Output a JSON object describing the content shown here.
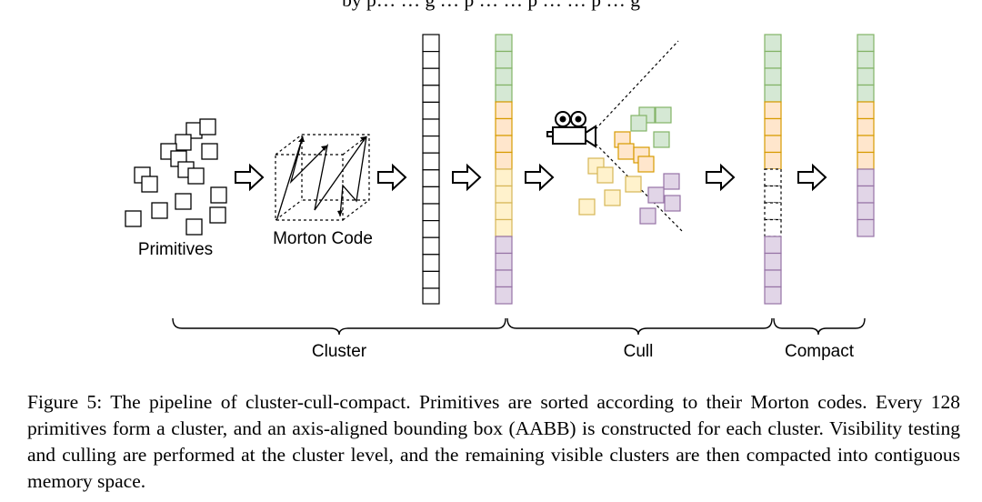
{
  "top_text": "by p… … g … p … … p … … p … g",
  "labels": {
    "primitives": "Primitives",
    "morton": "Morton Code",
    "cluster": "Cluster",
    "cull": "Cull",
    "compact": "Compact"
  },
  "colors": {
    "green_fill": "#d5e8d4",
    "green_stroke": "#82b366",
    "orange_fill": "#ffe6cc",
    "orange_stroke": "#d79b00",
    "yellow_fill": "#fff2cc",
    "yellow_stroke": "#d6b656",
    "purple_fill": "#e1d5e7",
    "purple_stroke": "#9673a6"
  },
  "icons": [
    "right-arrow-icon",
    "video-camera-icon",
    "brace-icon"
  ],
  "caption": "Figure 5: The pipeline of cluster-cull-compact. Primitives are sorted according to their Morton codes. Every 128 primitives form a cluster, and an axis-aligned bounding box (AABB) is constructed for each cluster. Visibility testing and culling are performed at the cluster level, and the remaining visible clusters are then compacted into contiguous memory space."
}
